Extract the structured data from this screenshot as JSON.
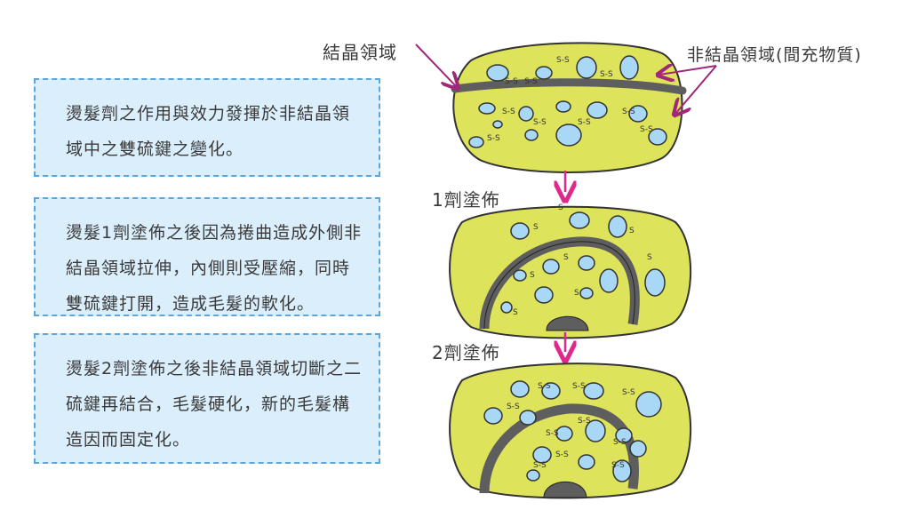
{
  "labels": {
    "crystalline": "結晶領域",
    "amorphous": "非結晶領域(間充物質)",
    "step1": "1劑塗佈",
    "step2": "2劑塗佈",
    "disulfide_pair": "S-S",
    "sulfur": "S"
  },
  "boxes": [
    {
      "text": "燙髮劑之作用與效力發揮於非結晶領域中之雙硫鍵之變化。"
    },
    {
      "text": "燙髮1劑塗佈之後因為捲曲造成外側非結晶領域拉伸，內側則受壓縮，同時雙硫鍵打開，造成毛髮的軟化。"
    },
    {
      "text": "燙髮2劑塗佈之後非結晶領域切斷之二硫鍵再結合，毛髮硬化，新的毛髮構造因而固定化。"
    }
  ],
  "colors": {
    "hair_fill": "#dde35a",
    "crystal_band": "#5e5e5e",
    "box_fill": "#dbeefb",
    "box_border": "#5aa6dd",
    "arrow_pink": "#e0288a",
    "pointer_purple": "#a0287a",
    "cell_fill": "#a8d8f5"
  }
}
